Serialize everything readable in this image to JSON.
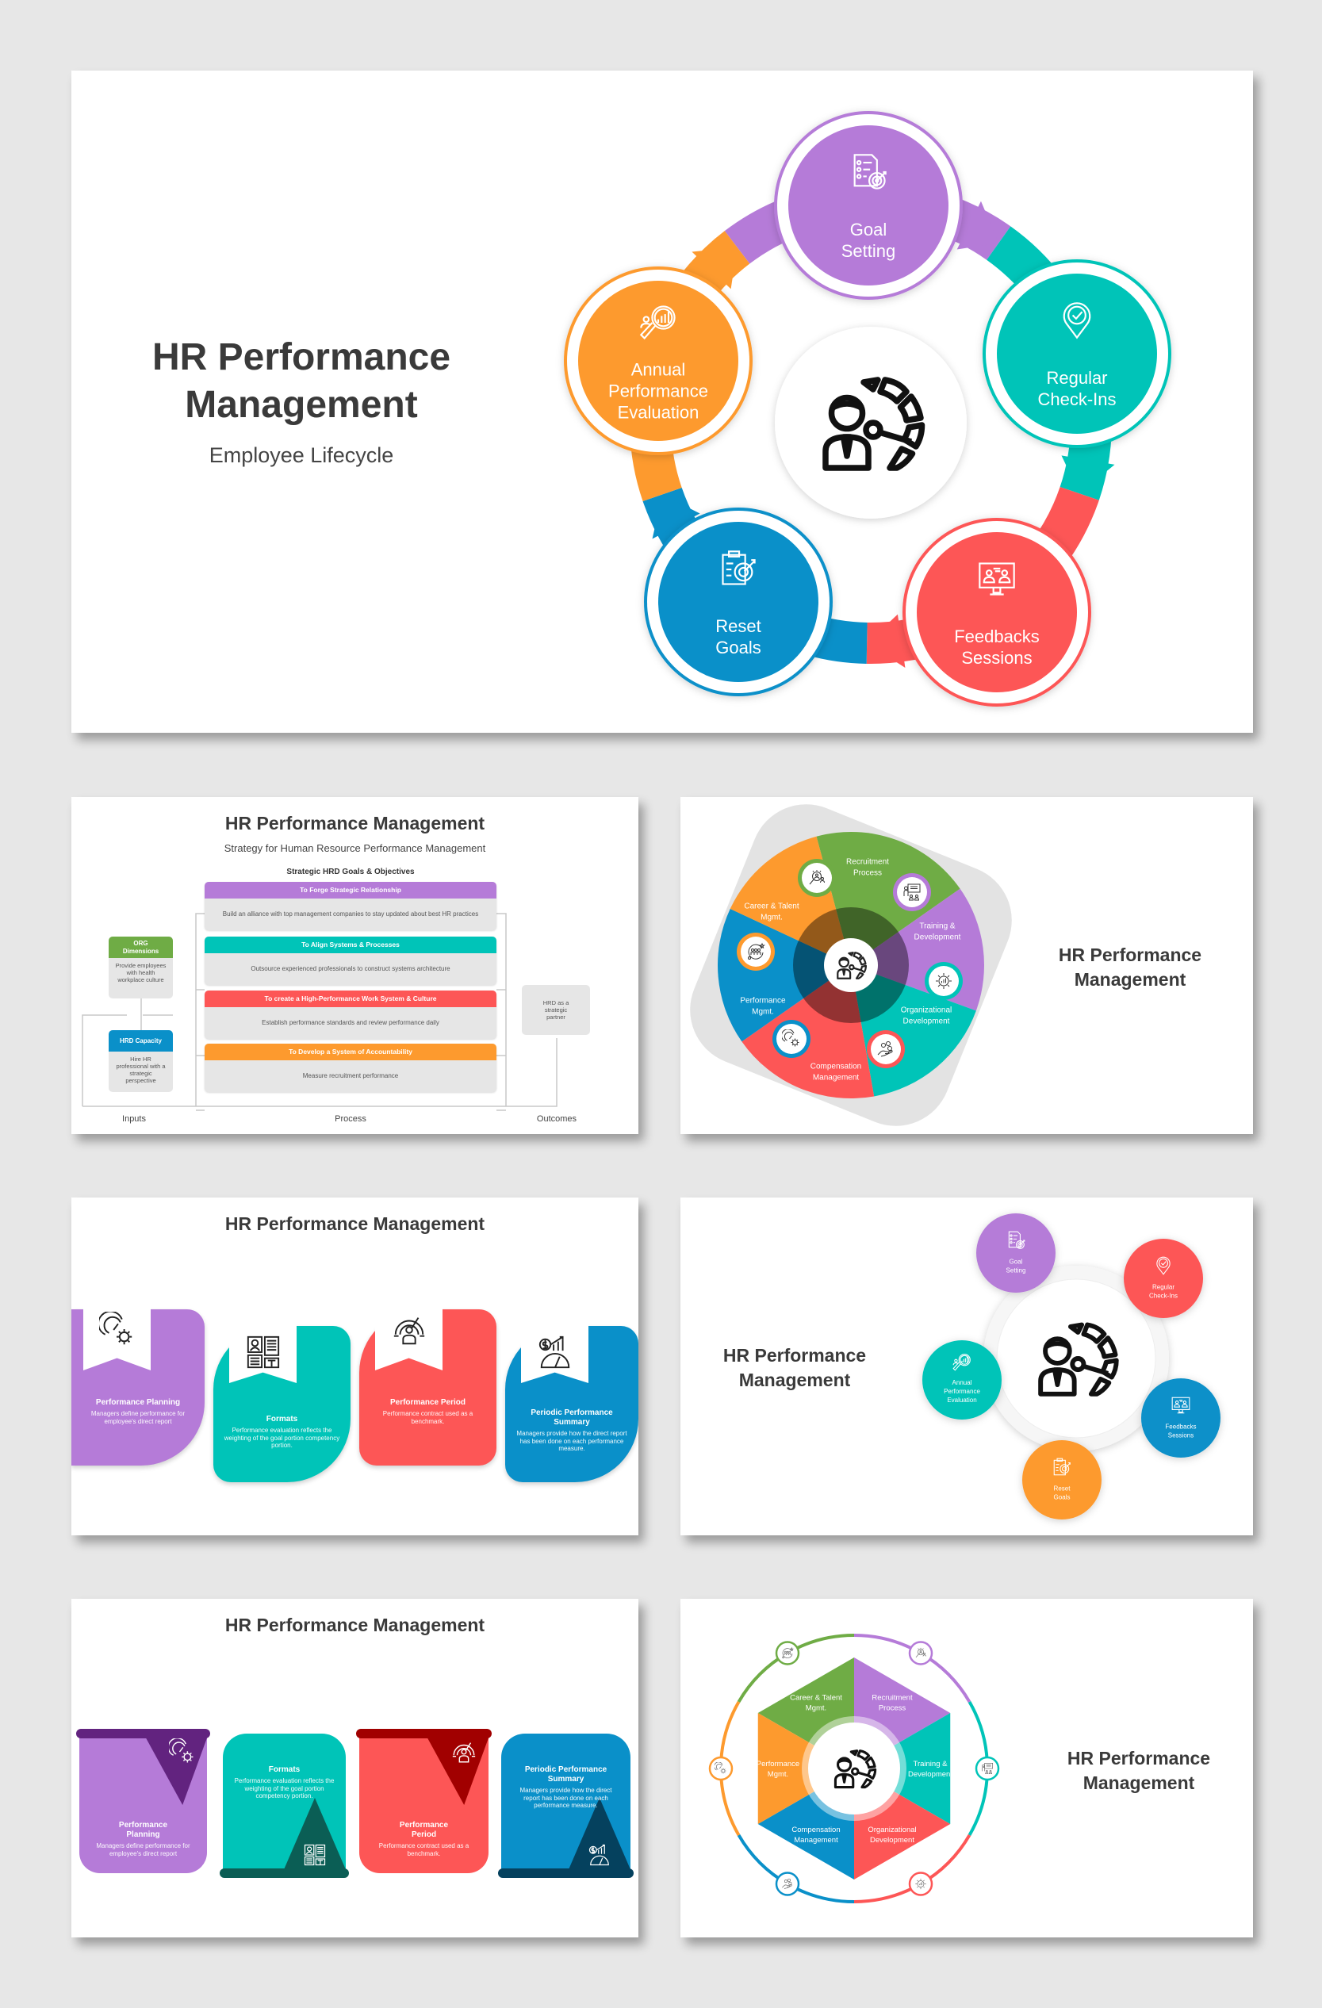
{
  "colors": {
    "purple": "#b57bd8",
    "teal": "#00c4b8",
    "red": "#fd5656",
    "blue": "#0a90c9",
    "orange": "#fd9a2e",
    "green": "#6fac45",
    "dark_purple": "#62237f",
    "dark_red": "#a10000",
    "dark_teal": "#0b5e55",
    "dark_blue": "#05415e"
  },
  "slide1": {
    "title_lines": [
      "HR Performance",
      "Management"
    ],
    "subtitle": "Employee Lifecycle",
    "center_icon": "manager-performance-gauge-icon",
    "nodes": [
      {
        "lines": [
          "Goal",
          "Setting"
        ],
        "color": "#b57bd8",
        "icon": "checklist-target-icon"
      },
      {
        "lines": [
          "Regular",
          "Check-Ins"
        ],
        "color": "#00c4b8",
        "icon": "location-check-icon"
      },
      {
        "lines": [
          "Feedbacks",
          "Sessions"
        ],
        "color": "#fd5656",
        "icon": "monitor-meeting-icon"
      },
      {
        "lines": [
          "Reset",
          "Goals"
        ],
        "color": "#0a90c9",
        "icon": "clipboard-target-icon"
      },
      {
        "lines": [
          "Annual",
          "Performance",
          "Evaluation"
        ],
        "color": "#fd9a2e",
        "icon": "magnifier-chart-icon"
      }
    ]
  },
  "slide2": {
    "title": "HR Performance Management",
    "subtitle": "Strategy for Human Resource Performance Management",
    "goals_heading": "Strategic HRD Goals & Objectives",
    "goals": [
      {
        "header": "To Forge Strategic Relationship",
        "body": "Build an alliance with top management companies to stay updated about best HR practices",
        "color": "#b57bd8"
      },
      {
        "header": "To Align Systems & Processes",
        "body": "Outsource experienced professionals to construct systems architecture",
        "color": "#00c4b8"
      },
      {
        "header": "To create a High-Performance Work System & Culture",
        "body": "Establish performance standards and review performance daily",
        "color": "#fd5656"
      },
      {
        "header": "To Develop a System of Accountability",
        "body": "Measure recruitment performance",
        "color": "#fd9a2e"
      }
    ],
    "inputs": [
      {
        "header": "ORG Dimensions",
        "body": "Provide employees with health workplace culture",
        "color": "#6fac45"
      },
      {
        "header": "HRD Capacity",
        "body": "Hire HR professional with a strategic perspective",
        "color": "#0a90c9"
      }
    ],
    "outcome": "HRD as a strategic partner",
    "labels": {
      "inputs": "Inputs",
      "process": "Process",
      "outcomes": "Outcomes"
    }
  },
  "slide3": {
    "title_lines": [
      "HR Performance",
      "Management"
    ],
    "segments": [
      {
        "lines": [
          "Recruitment",
          "Process"
        ],
        "color": "#6fac45",
        "icon": "recruitment-search-icon"
      },
      {
        "lines": [
          "Training &",
          "Development"
        ],
        "color": "#b57bd8",
        "icon": "training-board-icon"
      },
      {
        "lines": [
          "Organizational",
          "Development"
        ],
        "color": "#00c4b8",
        "icon": "gear-chart-icon"
      },
      {
        "lines": [
          "Compensation",
          "Management"
        ],
        "color": "#fd5656",
        "icon": "hand-coins-icon"
      },
      {
        "lines": [
          "Performance",
          "Mgmt."
        ],
        "color": "#0a90c9",
        "icon": "gauge-gear-icon"
      },
      {
        "lines": [
          "Career & Talent",
          "Mgmt."
        ],
        "color": "#fd9a2e",
        "icon": "team-star-icon"
      }
    ]
  },
  "slide4": {
    "title": "HR Performance Management",
    "cards": [
      {
        "heading": "Performance Planning",
        "text": "Managers define performance for employee's direct report",
        "color": "#b57bd8",
        "icon": "gauge-gear-icon"
      },
      {
        "heading": "Formats",
        "text": "Performance evaluation reflects the weighting of the goal portion competency portion.",
        "color": "#00c4b8",
        "icon": "document-formats-icon"
      },
      {
        "heading": "Performance Period",
        "text": "Performance contract used as a benchmark.",
        "color": "#fd5656",
        "icon": "person-gauge-icon"
      },
      {
        "heading": "Periodic Performance Summary",
        "text": "Managers provide how the direct report has been done on each performance measure.",
        "color": "#0a90c9",
        "icon": "money-growth-icon"
      }
    ]
  },
  "slide5": {
    "title_lines": [
      "HR Performance",
      "Management"
    ],
    "nodes": [
      {
        "lines": [
          "Goal",
          "Setting"
        ],
        "color": "#b57bd8",
        "icon": "checklist-target-icon"
      },
      {
        "lines": [
          "Regular",
          "Check-Ins"
        ],
        "color": "#fd5656",
        "icon": "location-check-icon"
      },
      {
        "lines": [
          "Feedbacks",
          "Sessions"
        ],
        "color": "#0a90c9",
        "icon": "monitor-meeting-icon"
      },
      {
        "lines": [
          "Reset",
          "Goals"
        ],
        "color": "#fd9a2e",
        "icon": "clipboard-target-icon"
      },
      {
        "lines": [
          "Annual",
          "Performance",
          "Evaluation"
        ],
        "color": "#00c4b8",
        "icon": "magnifier-chart-icon"
      }
    ]
  },
  "slide6": {
    "title": "HR Performance Management",
    "cards": [
      {
        "heading_lines": [
          "Performance",
          "Planning"
        ],
        "text": "Managers define performance for employee's direct report",
        "color": "#b57bd8",
        "dark": "#62237f",
        "icon": "gauge-gear-icon"
      },
      {
        "heading_lines": [
          "Formats"
        ],
        "text": "Performance evaluation reflects the weighting of the goal portion competency portion.",
        "color": "#00c4b8",
        "dark": "#0b5e55",
        "icon": "document-formats-icon"
      },
      {
        "heading_lines": [
          "Performance",
          "Period"
        ],
        "text": "Performance contract used as a benchmark.",
        "color": "#fd5656",
        "dark": "#a10000",
        "icon": "person-gauge-icon"
      },
      {
        "heading_lines": [
          "Periodic Performance",
          "Summary"
        ],
        "text": "Managers provide how the direct report has been done on each performance measure.",
        "color": "#0a90c9",
        "dark": "#05415e",
        "icon": "money-growth-icon"
      }
    ]
  },
  "slide7": {
    "title_lines": [
      "HR Performance",
      "Management"
    ],
    "segments": [
      {
        "lines": [
          "Career & Talent",
          "Mgmt."
        ],
        "color": "#6fac45"
      },
      {
        "lines": [
          "Recruitment",
          "Process"
        ],
        "color": "#b57bd8"
      },
      {
        "lines": [
          "Training &",
          "Development"
        ],
        "color": "#00c4b8"
      },
      {
        "lines": [
          "Organizational",
          "Development"
        ],
        "color": "#fd5656"
      },
      {
        "lines": [
          "Compensation",
          "Management"
        ],
        "color": "#0a90c9"
      },
      {
        "lines": [
          "Performance",
          "Mgmt."
        ],
        "color": "#fd9a2e"
      }
    ]
  }
}
